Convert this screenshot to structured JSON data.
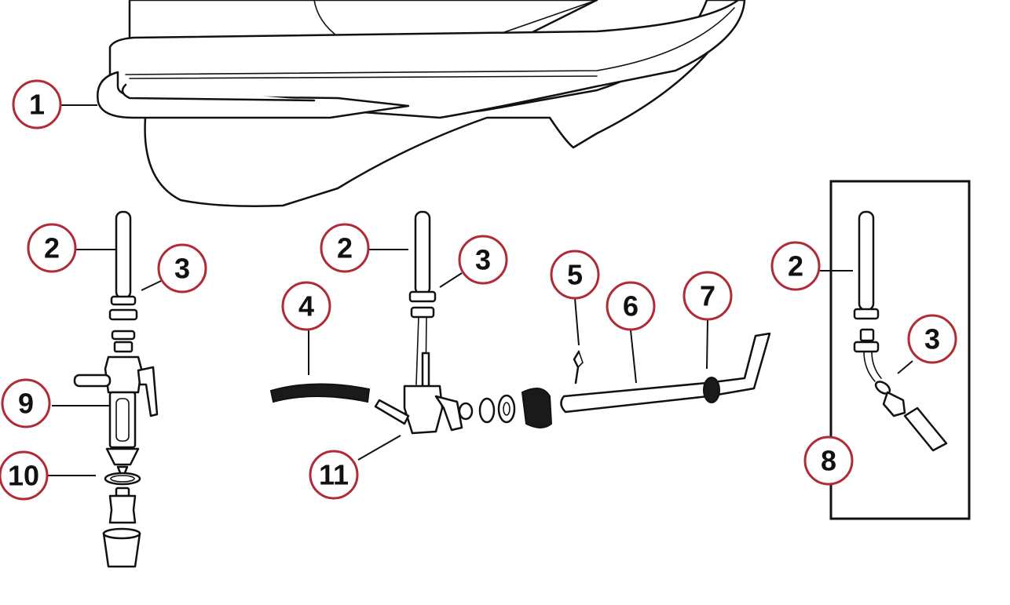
{
  "callouts": {
    "c1": "1",
    "c2a": "2",
    "c3a": "3",
    "c9": "9",
    "c10": "10",
    "c2b": "2",
    "c3b": "3",
    "c4": "4",
    "c11": "11",
    "c5": "5",
    "c6": "6",
    "c7": "7",
    "c2c": "2",
    "c3c": "3",
    "c8": "8"
  },
  "colors": {
    "callout_ring": "#b02a37",
    "line": "#111111",
    "background": "#ffffff"
  }
}
